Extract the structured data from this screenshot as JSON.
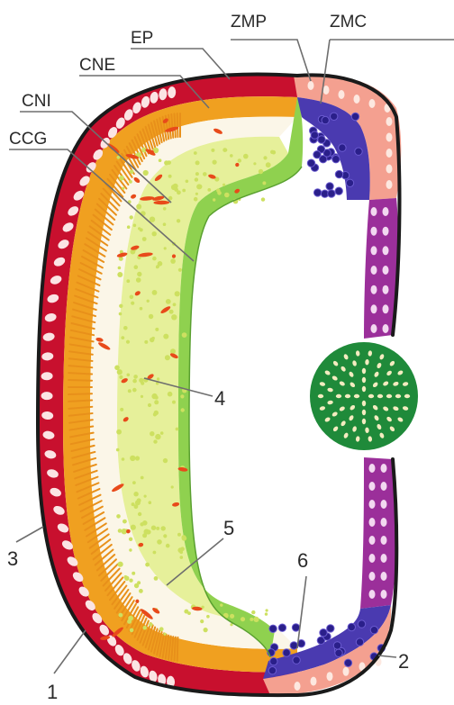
{
  "labels": {
    "ep": "EP",
    "cne": "CNE",
    "cni": "CNI",
    "ccg": "CCG",
    "zmp": "ZMP",
    "zmc": "ZMC"
  },
  "numbers": {
    "n1": "1",
    "n2": "2",
    "n3": "3",
    "n4": "4",
    "n5": "5",
    "n6": "6"
  },
  "colors": {
    "outline": "#1a1a1a",
    "epidermis": "#c8102e",
    "outer_cortex": "#f0a020",
    "inner_cortex": "#e6f09a",
    "ground_layer": "#8fd14f",
    "posterior_zone": "#f4a090",
    "central_zone_blue": "#4a3ab0",
    "central_zone_purple": "#9b2f9a",
    "vascular_bundle": "#1f8a3a",
    "cell_nuclei": "#e84a1a"
  }
}
